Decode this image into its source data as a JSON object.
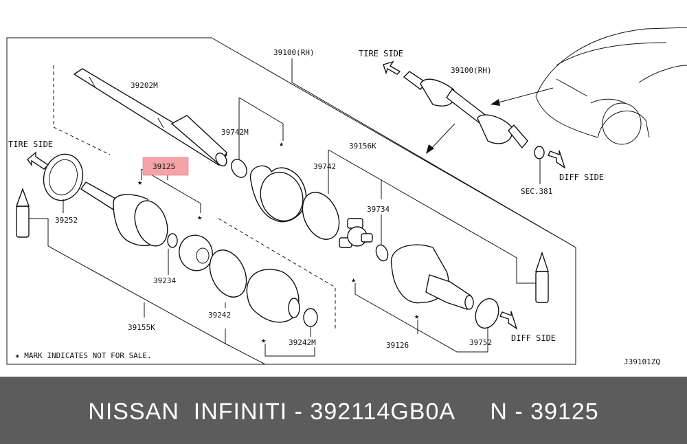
{
  "diagram": {
    "labels": {
      "p39100_rh_main": "39100(RH)",
      "p39100_rh_inset": "39100(RH)",
      "p39202m": "39202M",
      "p39742m": "39742M",
      "p39125": "39125",
      "p39742": "39742",
      "p39156k": "39156K",
      "p39734": "39734",
      "p39252": "39252",
      "p39234": "39234",
      "p39155k": "39155K",
      "p39242": "39242",
      "p39242m": "39242M",
      "p39126": "39126",
      "p39752": "39752",
      "sec381": "SEC.381",
      "tire_side_left": "TIRE SIDE",
      "tire_side_right": "TIRE SIDE",
      "diff_side_top": "DIFF SIDE",
      "diff_side_bottom": "DIFF SIDE",
      "star": "★",
      "mark_note": "★ MARK INDICATES NOT FOR SALE.",
      "diagram_code": "J39101ZQ"
    },
    "highlight_color": "#f4a3a8"
  },
  "footer": {
    "text": "NISSAN  INFINITI - 392114GB0A     N - 39125",
    "background": "#5c5c5c"
  }
}
